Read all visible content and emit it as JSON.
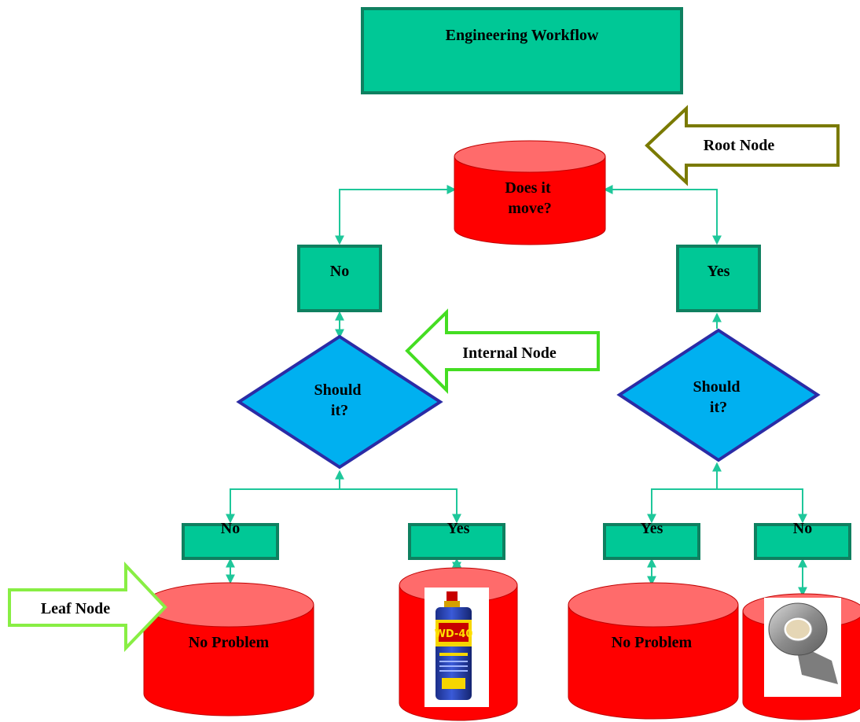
{
  "title": "Engineering Workflow",
  "root": {
    "lines": [
      "Does it",
      "move?"
    ]
  },
  "branch_left": "No",
  "branch_right": "Yes",
  "decision_left": {
    "lines": [
      "Should",
      "it?"
    ]
  },
  "decision_right": {
    "lines": [
      "Should",
      "it?"
    ]
  },
  "leaf_labels": {
    "left_no": "No",
    "left_yes": "Yes",
    "right_yes": "Yes",
    "right_no": "No"
  },
  "outcomes": {
    "left_no": "No Problem",
    "right_yes": "No Problem"
  },
  "callouts": {
    "root": "Root Node",
    "internal": "Internal Node",
    "leaf": "Leaf Node"
  },
  "images": {
    "left_yes": "wd40-can",
    "right_no": "duct-tape-roll"
  },
  "colors": {
    "process_box": "#00c896",
    "process_border": "#0f8060",
    "cylinder": "#ff0000",
    "cylinder_top": "#ff6b6b",
    "diamond": "#00b0f0",
    "diamond_border": "#2b2ba5",
    "connector": "#1ec79a",
    "root_arrow": "#7a7a00",
    "internal_arrow": "#44dd22",
    "leaf_arrow": "#88ee44"
  }
}
